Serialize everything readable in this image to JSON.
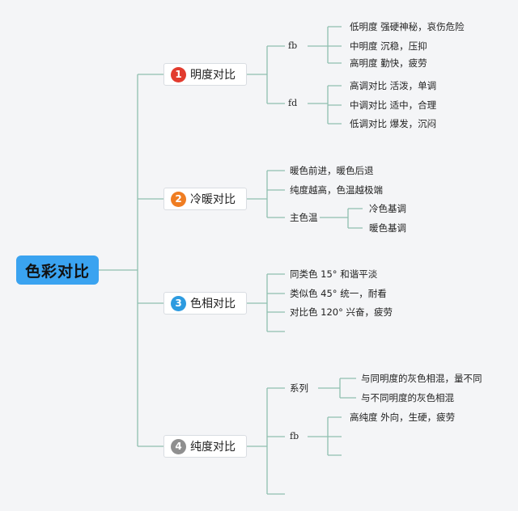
{
  "root": {
    "label": "色彩对比"
  },
  "branches": [
    {
      "number": "1",
      "label": "明度对比",
      "color": "#e23b2e"
    },
    {
      "number": "2",
      "label": "冷暖对比",
      "color": "#ef7d22"
    },
    {
      "number": "3",
      "label": "色相对比",
      "color": "#2d9be0"
    },
    {
      "number": "4",
      "label": "纯度对比",
      "color": "#8f8f8f"
    }
  ],
  "lightness": {
    "fb": {
      "label": "fb",
      "items": [
        "低明度 强硬神秘，哀伤危险",
        "中明度 沉稳，压抑",
        "高明度 勤快，疲劳"
      ]
    },
    "fd": {
      "label": "fd",
      "items": [
        "高调对比 活泼，单调",
        "中调对比 适中，合理",
        "低调对比 爆发，沉闷"
      ]
    }
  },
  "warmth": {
    "items": [
      "暖色前进，暖色后退",
      "纯度越高，色温越极端"
    ],
    "main_tone": {
      "label": "主色温",
      "items": [
        "冷色基调",
        "暖色基调"
      ]
    }
  },
  "hue": {
    "items": [
      "同类色 15° 和谐平淡",
      "类似色 45° 统一，耐看",
      "对比色 120° 兴奋，疲劳"
    ]
  },
  "saturation": {
    "series": {
      "label": "系列",
      "items": [
        "与同明度的灰色相混，量不同",
        "与不同明度的灰色相混"
      ]
    },
    "fb": {
      "label": "fb",
      "items": [
        "高纯度 外向，生硬，疲劳"
      ]
    }
  },
  "colors": {
    "connector": "#8fbfb0",
    "root": "#3aa3f0",
    "background": "#f4f5f7"
  }
}
